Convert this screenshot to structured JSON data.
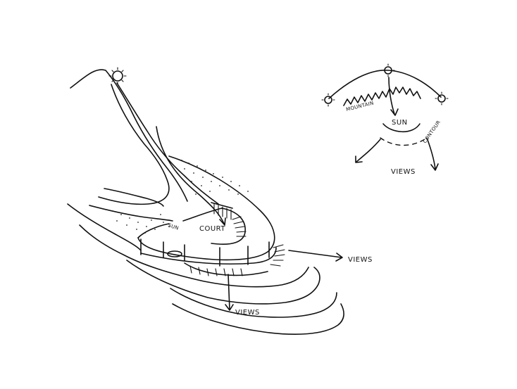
{
  "labels": {
    "court": "COURT",
    "sun_left": "SUN",
    "views_right": "VIEWS",
    "views_bottom": "VIEWS",
    "mountain": "MOUNTAIN",
    "sun_diagram": "SUN",
    "contour": "CONTOUR",
    "views_diagram": "VIEWS"
  }
}
